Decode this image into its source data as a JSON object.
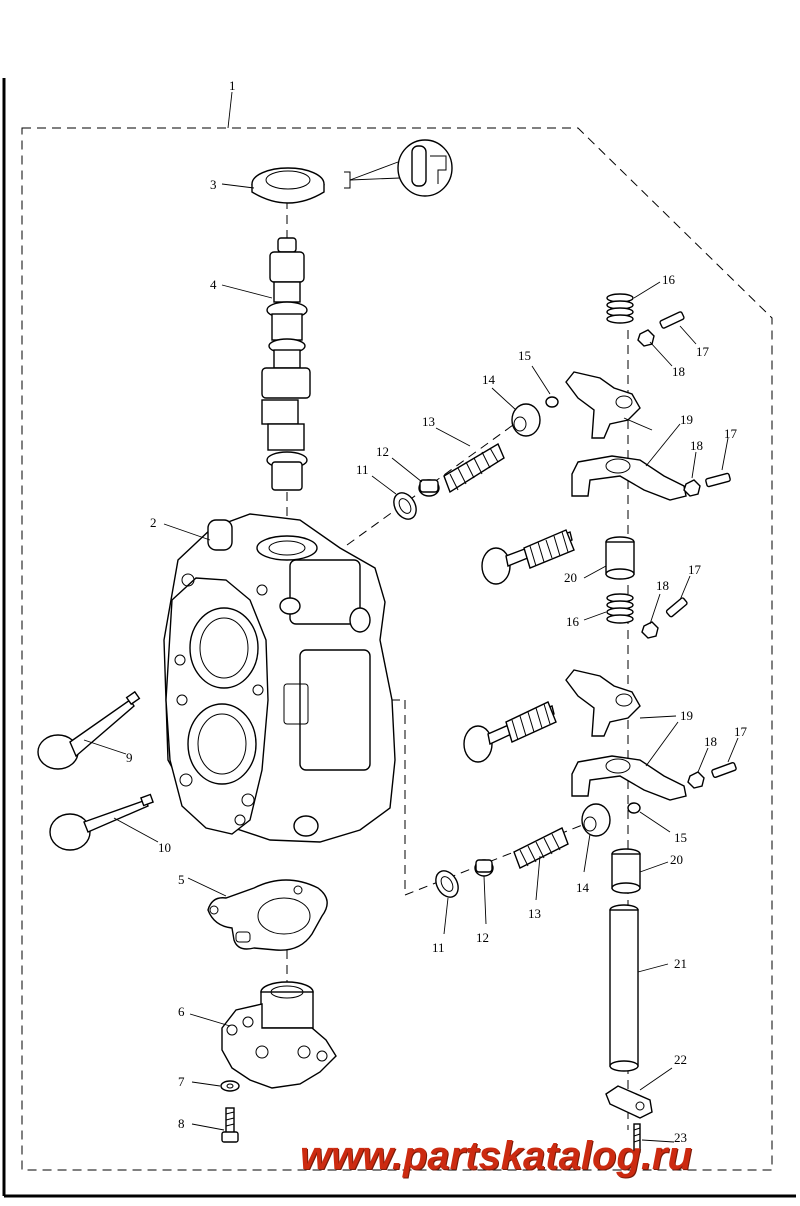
{
  "callouts": {
    "p1": "1",
    "p2": "2",
    "p3": "3",
    "p4": "4",
    "p5": "5",
    "p6": "6",
    "p7": "7",
    "p8": "8",
    "p9": "9",
    "p10": "10",
    "p11a": "11",
    "p11b": "11",
    "p12a": "12",
    "p12b": "12",
    "p13a": "13",
    "p13b": "13",
    "p14a": "14",
    "p14b": "14",
    "p15a": "15",
    "p15b": "15",
    "p16a": "16",
    "p16b": "16",
    "p17a": "17",
    "p17b": "17",
    "p17c": "17",
    "p17d": "17",
    "p18a": "18",
    "p18b": "18",
    "p18c": "18",
    "p18d": "18",
    "p19a": "19",
    "p19b": "19",
    "p20a": "20",
    "p20b": "20",
    "p21": "21",
    "p22": "22",
    "p23": "23"
  },
  "watermark": "www.partskatalog.ru",
  "colors": {
    "line": "#000000",
    "watermark": "#cc2a10",
    "background": "#ffffff"
  },
  "icons": {
    "lubricant_symbol": "oil-grease-icon"
  }
}
